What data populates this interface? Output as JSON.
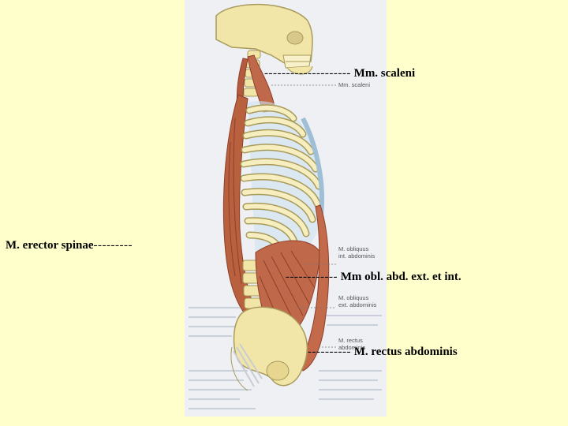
{
  "callouts": {
    "scaleni": {
      "dashes": "--------------------",
      "text": "Mm. scaleni"
    },
    "erector": {
      "text": "M. erector spinae",
      "dashes": "---------"
    },
    "obliques": {
      "dashes": "------------",
      "text": "Mm obl. abd. ext. et int."
    },
    "rectus": {
      "dashes": "----------",
      "text": "M. rectus abdominis"
    }
  },
  "figure_labels": {
    "scaleni": "Mm. scaleni",
    "obl_int_1": "M. obliquus",
    "obl_int_2": "int. abdominis",
    "obl_ext_1": "M. obliquus",
    "obl_ext_2": "ext. abdominis",
    "rectus_1": "M. rectus",
    "rectus_2": "abdominis"
  },
  "colors": {
    "background": "#ffffcc",
    "bone": "#f1e6a8",
    "bone_outline": "#a89a5a",
    "muscle": "#c0684a",
    "muscle_dark": "#8e3f2a",
    "cartilage": "#cfe3f0"
  }
}
